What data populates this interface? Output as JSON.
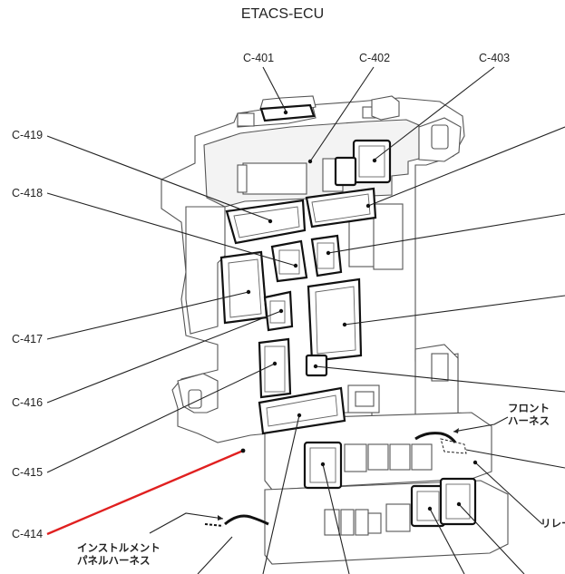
{
  "title": "ETACS-ECU",
  "connectors": {
    "c401": "C-401",
    "c402": "C-402",
    "c403": "C-403",
    "c419": "C-419",
    "c418": "C-418",
    "c417": "C-417",
    "c416": "C-416",
    "c415": "C-415",
    "c414": "C-414"
  },
  "harness": {
    "front_line1": "フロント",
    "front_line2": "ハーネス",
    "relay": "リレー",
    "instrument_line1": "インストルメント",
    "instrument_line2": "パネルハーネス"
  },
  "colors": {
    "highlight_leader": "#e02020"
  }
}
